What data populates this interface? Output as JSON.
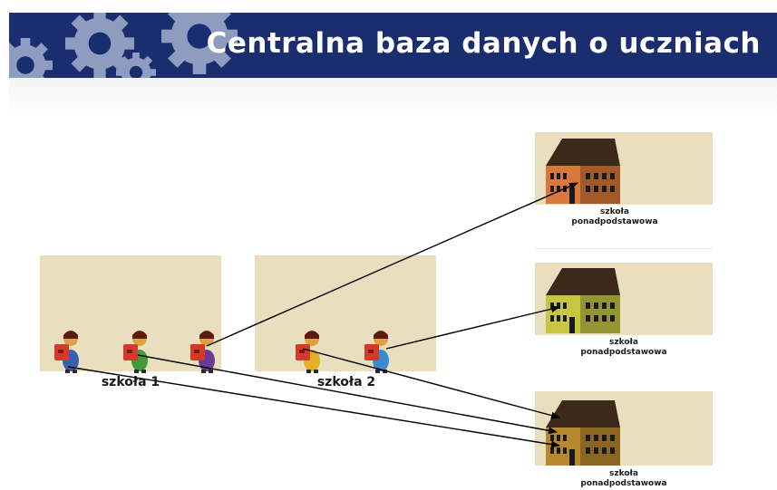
{
  "header": {
    "title": "Centralna baza danych o uczniach"
  },
  "primary_schools": [
    {
      "label": "szkoła 1"
    },
    {
      "label": "szkoła 2"
    }
  ],
  "secondary_schools": [
    {
      "line1": "szkoła",
      "line2": "ponadpodstawowa",
      "color": "#d8783a"
    },
    {
      "line1": "szkoła",
      "line2": "ponadpodstawowa",
      "color": "#c6c640"
    },
    {
      "line1": "szkoła",
      "line2": "ponadpodstawowa",
      "color": "#b8882e"
    }
  ],
  "colors": {
    "banner": "#1a2d6e",
    "panel": "#e9dfbf",
    "gears": "#8e9cc0",
    "student_bag": "#d23a2a"
  },
  "icons": [
    "gear-icon",
    "student-icon",
    "school-building-icon",
    "arrow"
  ]
}
